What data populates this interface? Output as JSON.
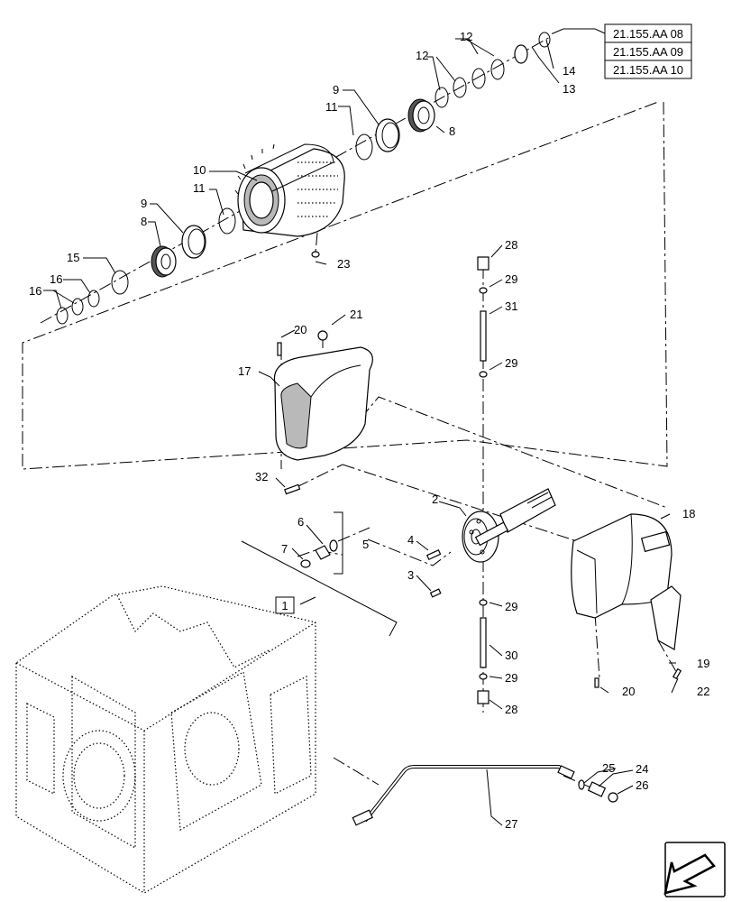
{
  "references": [
    "21.155.AA 08",
    "21.155.AA 09",
    "21.155.AA 10"
  ],
  "callouts": {
    "c1": "1",
    "c2": "2",
    "c3": "3",
    "c4": "4",
    "c5": "5",
    "c6": "6",
    "c7": "7",
    "c8a": "8",
    "c8b": "8",
    "c9a": "9",
    "c9b": "9",
    "c10": "10",
    "c11a": "11",
    "c11b": "11",
    "c12a": "12",
    "c12b": "12",
    "c13": "13",
    "c14": "14",
    "c15": "15",
    "c16a": "16",
    "c16b": "16",
    "c17": "17",
    "c18": "18",
    "c19": "19",
    "c20a": "20",
    "c20b": "20",
    "c21": "21",
    "c22": "22",
    "c23": "23",
    "c24": "24",
    "c25": "25",
    "c26": "26",
    "c27": "27",
    "c28a": "28",
    "c28b": "28",
    "c29a": "29",
    "c29b": "29",
    "c29c": "29",
    "c29d": "29",
    "c30": "30",
    "c31": "31",
    "c32": "32"
  },
  "icons": {
    "nav": "navigation-arrow-icon"
  }
}
